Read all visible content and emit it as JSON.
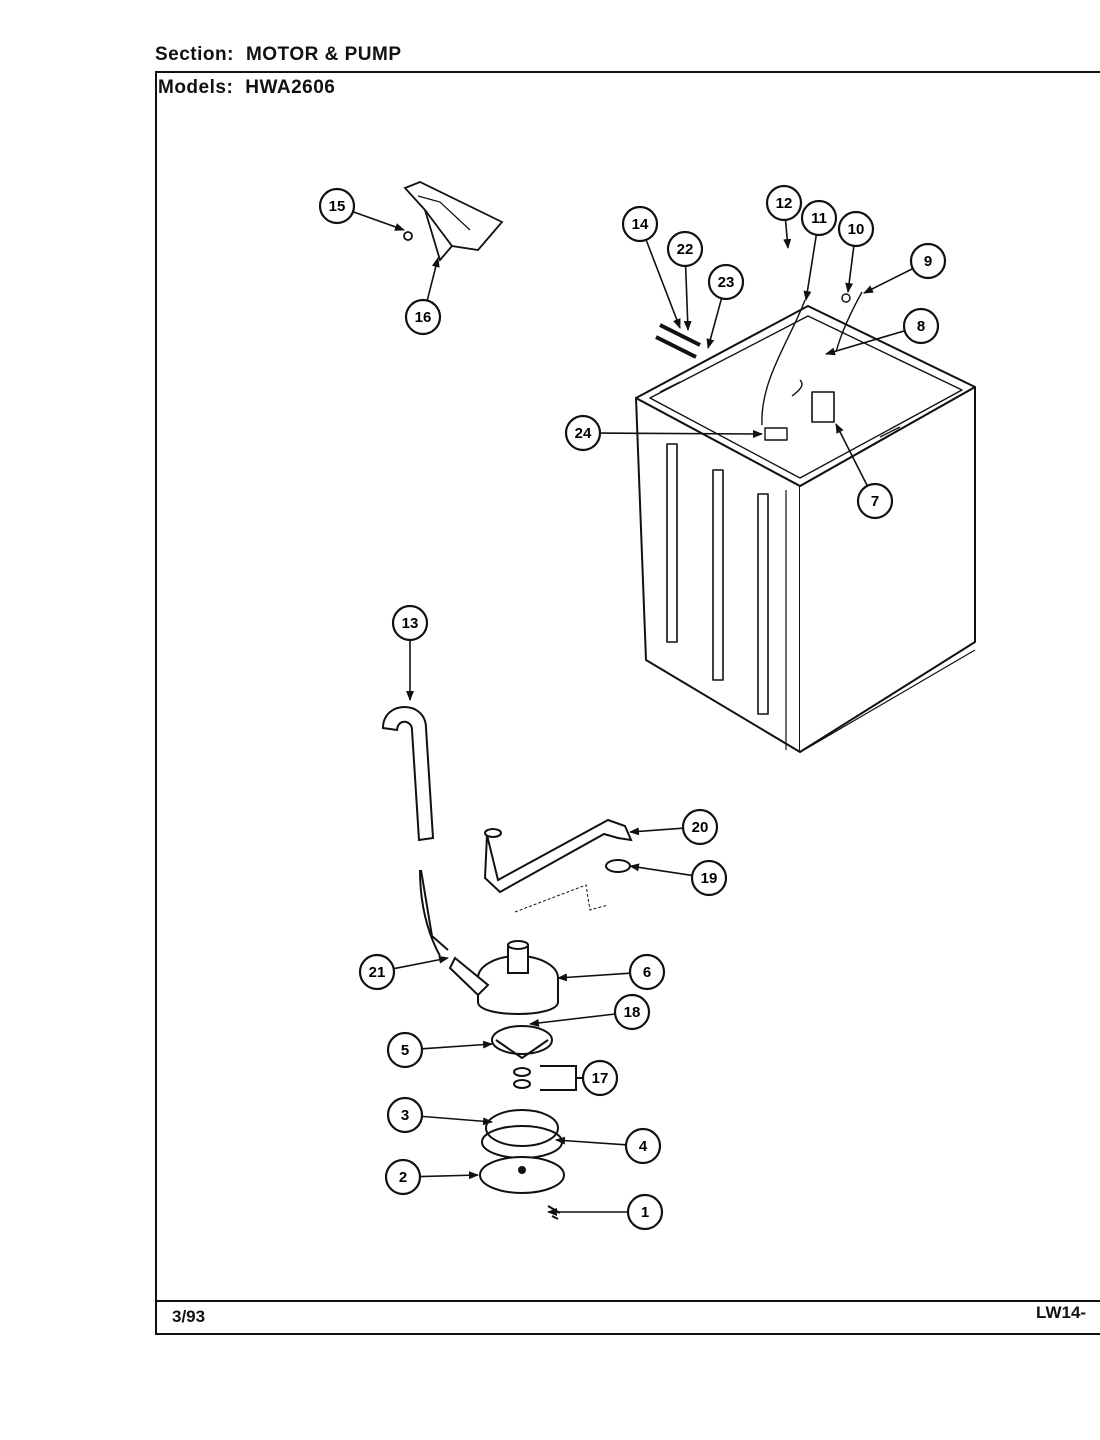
{
  "header": {
    "section_label": "Section:",
    "section_value": "MOTOR & PUMP",
    "models_label": "Models:",
    "models_value": "HWA2606"
  },
  "footer": {
    "date": "3/93",
    "code": "LW14-"
  },
  "callouts": [
    "1",
    "2",
    "3",
    "4",
    "5",
    "6",
    "7",
    "8",
    "9",
    "10",
    "11",
    "12",
    "13",
    "14",
    "15",
    "16",
    "17",
    "18",
    "19",
    "20",
    "21",
    "22",
    "23",
    "24"
  ]
}
